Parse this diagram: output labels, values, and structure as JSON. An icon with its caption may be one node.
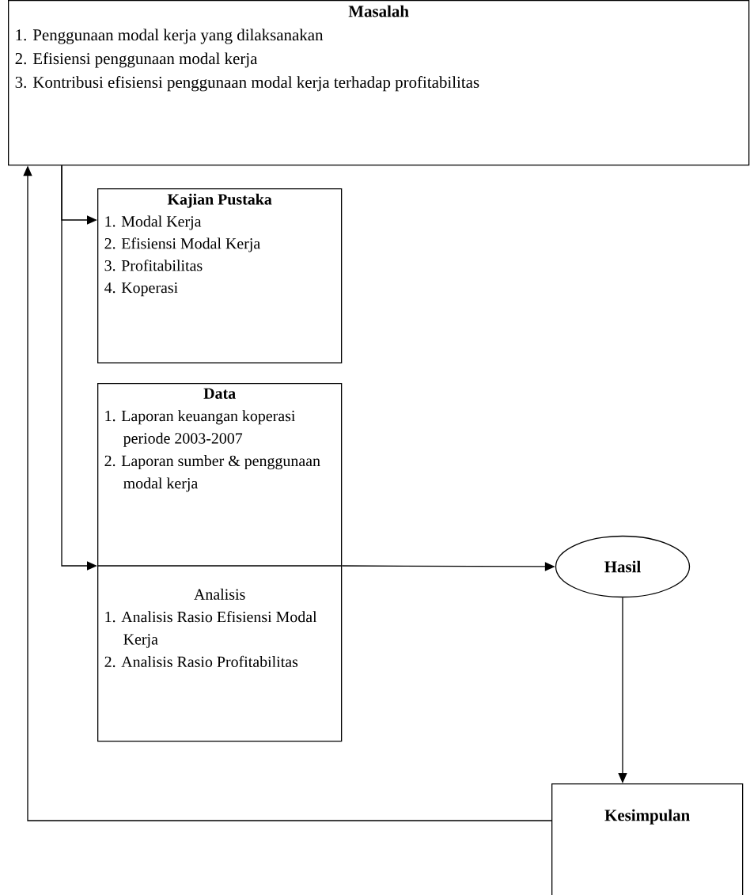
{
  "diagram": {
    "nodes": [
      {
        "text": [
          "Masalah",
          "1. Penggunaan modal kerja yang dilaksanakan",
          "2. Efisiensi penggunaan modal kerja",
          "3. Kontribusi efisiensi penggunaan modal kerja terhadap profitabilitas"
        ]
      },
      {
        "text": [
          "Kajian Pustaka",
          "1. Modal Kerja",
          "2. Efisiensi Modal Kerja",
          "3. Profitabilitas",
          "4. Koperasi"
        ]
      },
      {
        "text": [
          "Data",
          "1. Laporan keuangan koperasi periode 2003-2007",
          "2. Laporan sumber & penggunaan modal kerja",
          "Analisis",
          "1. Analisis Rasio Efisiensi Modal Kerja",
          "2. Analisis Rasio Profitabilitas"
        ]
      },
      {
        "text": [
          "Hasil"
        ]
      },
      {
        "text": [
          "Kesimpulan"
        ]
      }
    ],
    "edges": [
      {
        "from": 0,
        "to": 1,
        "arrow": "to"
      },
      {
        "from": 0,
        "to": 2,
        "arrow": "to"
      },
      {
        "from": 2,
        "to": 3,
        "arrow": "to"
      },
      {
        "from": 3,
        "to": 4,
        "arrow": "to"
      },
      {
        "from": 4,
        "to": 0,
        "arrow": "to"
      }
    ]
  }
}
